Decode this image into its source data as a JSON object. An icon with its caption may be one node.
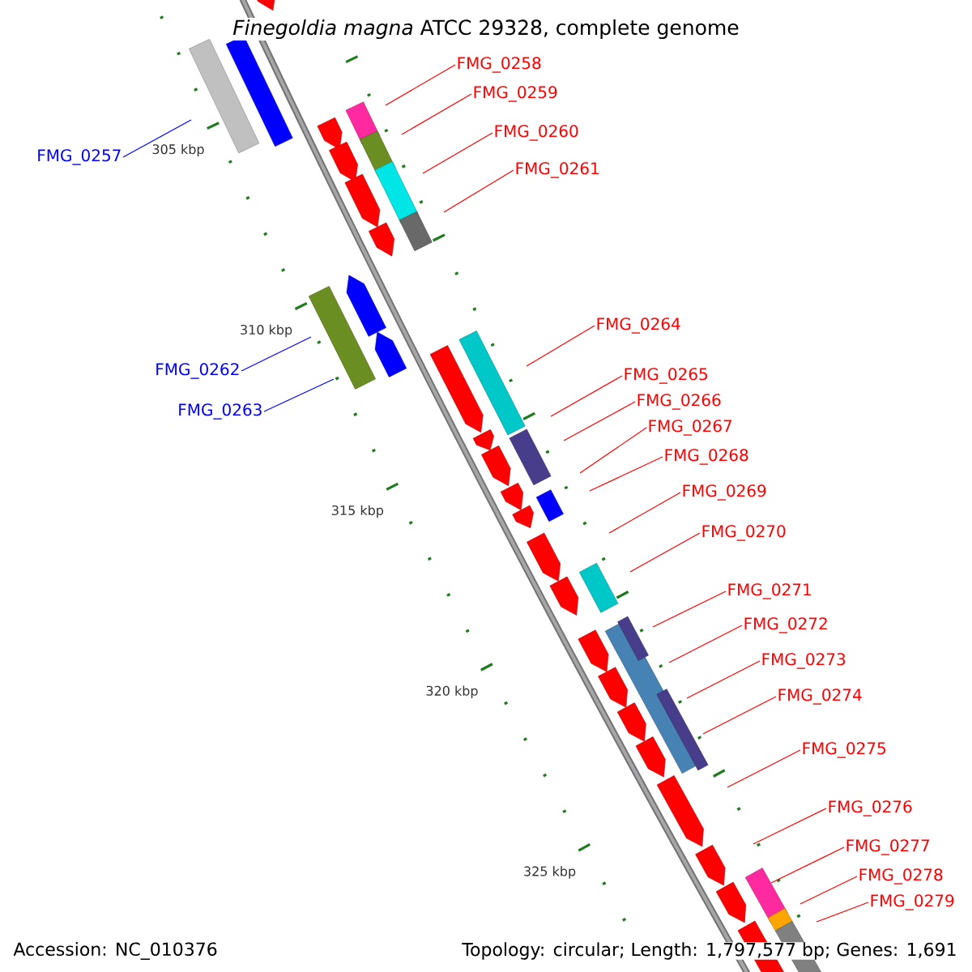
{
  "diagram": {
    "title": "*Finegoldia magna* ATCC 29328, complete genome",
    "nodes": [
      {
        "text": [
          "FMG_0257"
        ]
      },
      {
        "text": [
          "FMG_0258"
        ]
      },
      {
        "text": [
          "FMG_0259"
        ]
      },
      {
        "text": [
          "FMG_0260"
        ]
      },
      {
        "text": [
          "FMG_0261"
        ]
      },
      {
        "text": [
          "FMG_0262"
        ]
      },
      {
        "text": [
          "FMG_0263"
        ]
      },
      {
        "text": [
          "FMG_0264"
        ]
      },
      {
        "text": [
          "FMG_0265"
        ]
      },
      {
        "text": [
          "FMG_0266"
        ]
      },
      {
        "text": [
          "FMG_0267"
        ]
      },
      {
        "text": [
          "FMG_0268"
        ]
      },
      {
        "text": [
          "FMG_0269"
        ]
      },
      {
        "text": [
          "FMG_0270"
        ]
      },
      {
        "text": [
          "FMG_0271"
        ]
      },
      {
        "text": [
          "FMG_0272"
        ]
      },
      {
        "text": [
          "FMG_0273"
        ]
      },
      {
        "text": [
          "FMG_0274"
        ]
      },
      {
        "text": [
          "FMG_0275"
        ]
      },
      {
        "text": [
          "FMG_0276"
        ]
      },
      {
        "text": [
          "FMG_0277"
        ]
      },
      {
        "text": [
          "FMG_0278"
        ]
      },
      {
        "text": [
          "FMG_0279"
        ]
      }
    ],
    "edges": [
      {
        "from": 0,
        "to": null,
        "arrow": "none",
        "color": "#0000ff"
      },
      {
        "from": 1,
        "to": null,
        "arrow": "none"
      },
      {
        "from": 2,
        "to": null,
        "arrow": "none"
      },
      {
        "from": 3,
        "to": null,
        "arrow": "none"
      },
      {
        "from": 4,
        "to": null,
        "arrow": "none"
      },
      {
        "from": 5,
        "to": null,
        "arrow": "none",
        "color": "#0000ff"
      },
      {
        "from": 6,
        "to": null,
        "arrow": "none",
        "color": "#0000ff"
      },
      {
        "from": 7,
        "to": null,
        "arrow": "none"
      },
      {
        "from": 8,
        "to": null,
        "arrow": "none"
      },
      {
        "from": 9,
        "to": null,
        "arrow": "none"
      },
      {
        "from": 10,
        "to": null,
        "arrow": "none"
      },
      {
        "from": 11,
        "to": null,
        "arrow": "none"
      },
      {
        "from": 12,
        "to": null,
        "arrow": "none"
      },
      {
        "from": 13,
        "to": null,
        "arrow": "none"
      },
      {
        "from": 14,
        "to": null,
        "arrow": "none"
      },
      {
        "from": 15,
        "to": null,
        "arrow": "none"
      },
      {
        "from": 16,
        "to": null,
        "arrow": "none"
      },
      {
        "from": 17,
        "to": null,
        "arrow": "none"
      },
      {
        "from": 18,
        "to": null,
        "arrow": "none"
      },
      {
        "from": 19,
        "to": null,
        "arrow": "none"
      },
      {
        "from": 20,
        "to": null,
        "arrow": "none"
      },
      {
        "from": 21,
        "to": null,
        "arrow": "none"
      },
      {
        "from": 22,
        "to": null,
        "arrow": "none"
      }
    ],
    "labels": [
      "305 kbp",
      "310 kbp",
      "315 kbp",
      "320 kbp",
      "325 kbp",
      "Accession: NC_010376",
      "Topology: circular; Length: 1,797,577 bp; Genes: 1,691"
    ]
  }
}
